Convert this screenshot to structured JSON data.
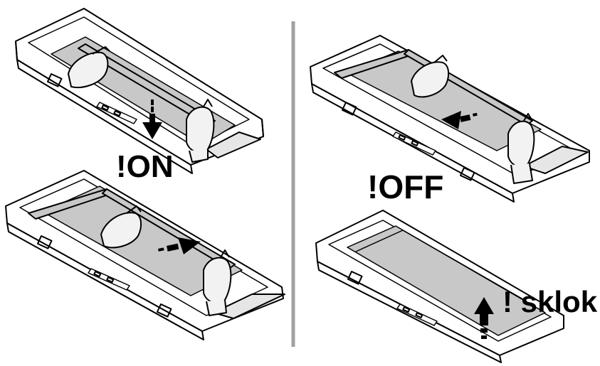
{
  "labels": {
    "on": "!ON",
    "off": "!OFF",
    "sklok": "! sklok"
  },
  "colors": {
    "outline": "#000000",
    "panel_gray": "#c8c8c8",
    "light_gray": "#e6e6e6",
    "divider": "#a0a0a0",
    "hand_fill": "#f2f2f2"
  },
  "icons": [
    "down-arrow-icon",
    "right-arrow-icon",
    "left-arrow-icon",
    "up-arrow-icon"
  ]
}
